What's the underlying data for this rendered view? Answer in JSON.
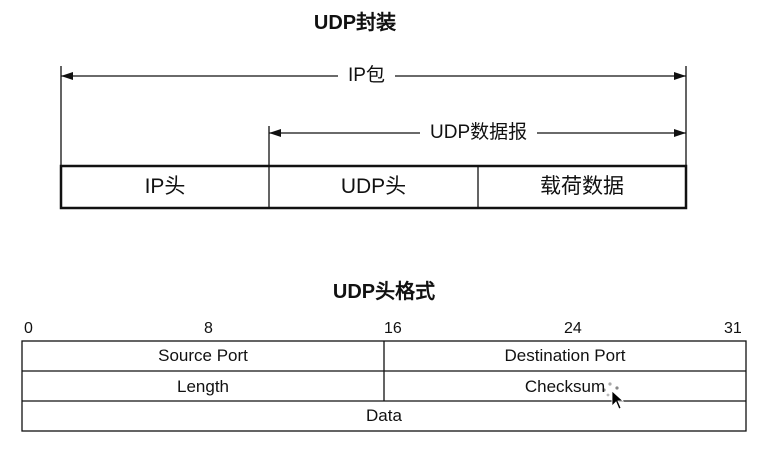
{
  "encap": {
    "title": "UDP封装",
    "ip_packet_label": "IP包",
    "udp_datagram_label": "UDP数据报",
    "cells": [
      "IP头",
      "UDP头",
      "载荷数据"
    ]
  },
  "header": {
    "title": "UDP头格式",
    "bit_ticks": [
      "0",
      "8",
      "16",
      "24",
      "31"
    ],
    "rows": [
      [
        "Source Port",
        "Destination Port"
      ],
      [
        "Length",
        "Checksum"
      ],
      [
        "Data"
      ]
    ]
  }
}
